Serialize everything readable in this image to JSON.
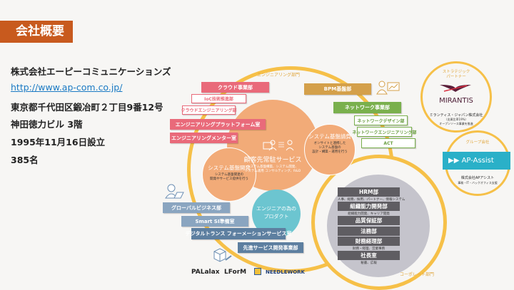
{
  "header": {
    "title": "会社概要"
  },
  "company": {
    "name": "株式会社エーピーコミュニケーションズ",
    "url": "http://www.ap-com.co.jp/",
    "address1": "東京都千代田区鍛冶町２丁目9番12号",
    "address2": "神田徳力ビル 3階",
    "founded": "1995年11月16日設立",
    "employees": "385名"
  },
  "diagram": {
    "engineering_label": "エンジニアリング部門",
    "corporate_label": "コーポレート部門",
    "engineering_boxes": [
      "クラウド事業部",
      "IoC技術推進部",
      "クラウドエンジニアリング部",
      "エンジニアリングプラットフォーム室",
      "エンジニアリングメンター室"
    ],
    "bpm": "BPM基盤部",
    "network": {
      "main": "ネットワーク事業部",
      "subs": [
        "ネットワークデザイン部",
        "ネットワークエンジニアリング部",
        "ACT"
      ]
    },
    "center": {
      "title": "顧客先常駐サービス",
      "desc1": "システム基盤構築、システム開発、",
      "desc2": "システム運用 コンサルティング、R&D"
    },
    "left_circle": {
      "title": "システム基盤開発",
      "desc1": "システム基盤関連の",
      "desc2": "開発やサービス提供を行う"
    },
    "right_circle": {
      "title": "システム基盤請負",
      "desc1": "オンサイトと連携した",
      "desc2": "システム基盤の",
      "desc3": "設計・構築・運用を行う"
    },
    "product_circle": {
      "line1": "エンジニアの為の",
      "line2": "プロダクト"
    },
    "product_boxes": [
      "グローバルビジネス部",
      "Smart SI準備室",
      "デジタルトランス フォーメーションサービス室",
      "先進サービス開発事業部"
    ],
    "corporate": [
      {
        "name": "HRM部",
        "desc": "人事、総務、採用、パートナー、情報システム"
      },
      {
        "name": "組織能力開発部",
        "desc": "組織能力開発、キャリア開発"
      },
      {
        "name": "品質保証部",
        "desc": ""
      },
      {
        "name": "法務部",
        "desc": ""
      },
      {
        "name": "財務経理部",
        "desc": "財務・経理、営業事務"
      },
      {
        "name": "社長室",
        "desc": "秘書、広報"
      }
    ],
    "logos": [
      "PALalax",
      "LForM",
      "NEEDLEWORK"
    ]
  },
  "partners": {
    "strategic_label1": "ストラテジック",
    "strategic_label2": "パートナー",
    "mirantis": "MIRANTIS",
    "mirantis_company": "ミランティス・ジャパン株式会社",
    "mirantis_desc1": "（出資比率19%）",
    "mirantis_desc2": "オープンソース事業を推進",
    "group_label": "グループ会社",
    "apassist": "AP-Assist",
    "apassist_company": "株式会社APアシスト",
    "apassist_desc": "事務・IT・バックオフィス支援"
  },
  "colors": {
    "accent": "#c85a1e",
    "link": "#1a7ac4",
    "pink": "#e96a7a",
    "green": "#7ab04d",
    "gold": "#d4a04a",
    "ring": "#f6c048",
    "orange": "#f2ab78",
    "teal": "#6cc5d0",
    "blue": "#2ab0c8"
  }
}
